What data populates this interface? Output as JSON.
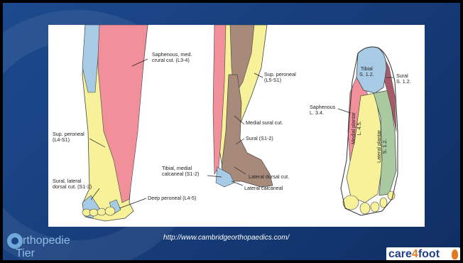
{
  "slide": {
    "source_url": "http://www.cambridgeorthopaedics.com/",
    "logo_left": {
      "line1": "rthopedie",
      "line2": "Tier"
    },
    "logo_right": {
      "part1": "care",
      "part2": "4",
      "part3": "foot"
    }
  },
  "diagram": {
    "labels": {
      "saphenous_med": "Saphenous, med.\ncrural cut. (L3-4)",
      "sup_peroneal_a": "Sup. peroneal\n(L4-S1)",
      "sural_lateral": "Sural, lateral\ndorsal cut. (S1-2)",
      "deep_peroneal": "Deep peroneal (L4-5)",
      "sup_peroneal_b": "Sup. peroneal\n(L5-S1)",
      "medial_sural": "Medial sural cut.",
      "sural_s12": "Sural (S1-2)",
      "tibial_medial": "Tibial, medial\ncalcaneal (S1-2)",
      "lateral_dorsal": "Lateral dorsal cut.",
      "lateral_calcaneal": "Lateral calcaneal",
      "tibial_sole": "Tibial\nS. 1.2.",
      "sural_sole": "Sural\nS. 1.2.",
      "saphenous_sole": "Saphenous\nL. 3.4.",
      "medial_plantar": "Medial plantar\nL. 4.5.",
      "lateral_plantar": "Lateral plantar\nS. 1.2."
    },
    "colors": {
      "saphenous": "#f1909a",
      "peroneal": "#f7f29a",
      "sural": "#a8cbe5",
      "tibial": "#a88a7a",
      "plantar_lateral": "#a9c9a0",
      "sural_dark": "#a85a6a"
    }
  }
}
